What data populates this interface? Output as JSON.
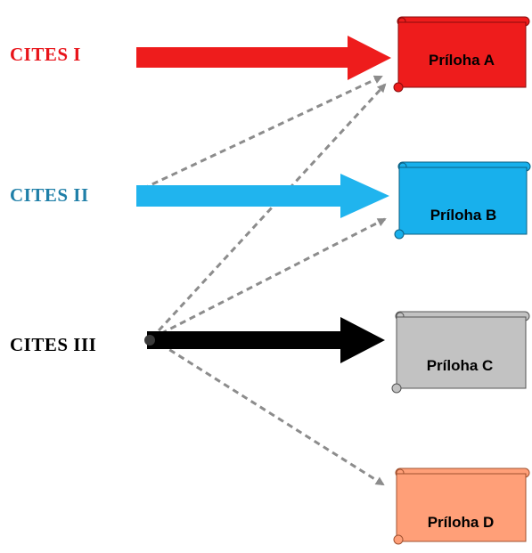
{
  "labels": {
    "cites1": "CITES  I",
    "cites2": "CITES II",
    "cites3": "CITES III"
  },
  "appendices": {
    "a": "Príloha A",
    "b": "Príloha B",
    "c": "Príloha C",
    "d": "Príloha D"
  },
  "colors": {
    "cites1": "#e8141a",
    "cites2": "#1f7fa8",
    "cites3": "#000000",
    "arrow1": "#ee1c1c",
    "arrow2": "#20b4ee",
    "arrow3": "#000000",
    "dashed": "#8c8c8c",
    "scroll_a": "#ee1c1c",
    "scroll_b": "#18b0ec",
    "scroll_c": "#c2c2c2",
    "scroll_d": "#ff9f78"
  }
}
